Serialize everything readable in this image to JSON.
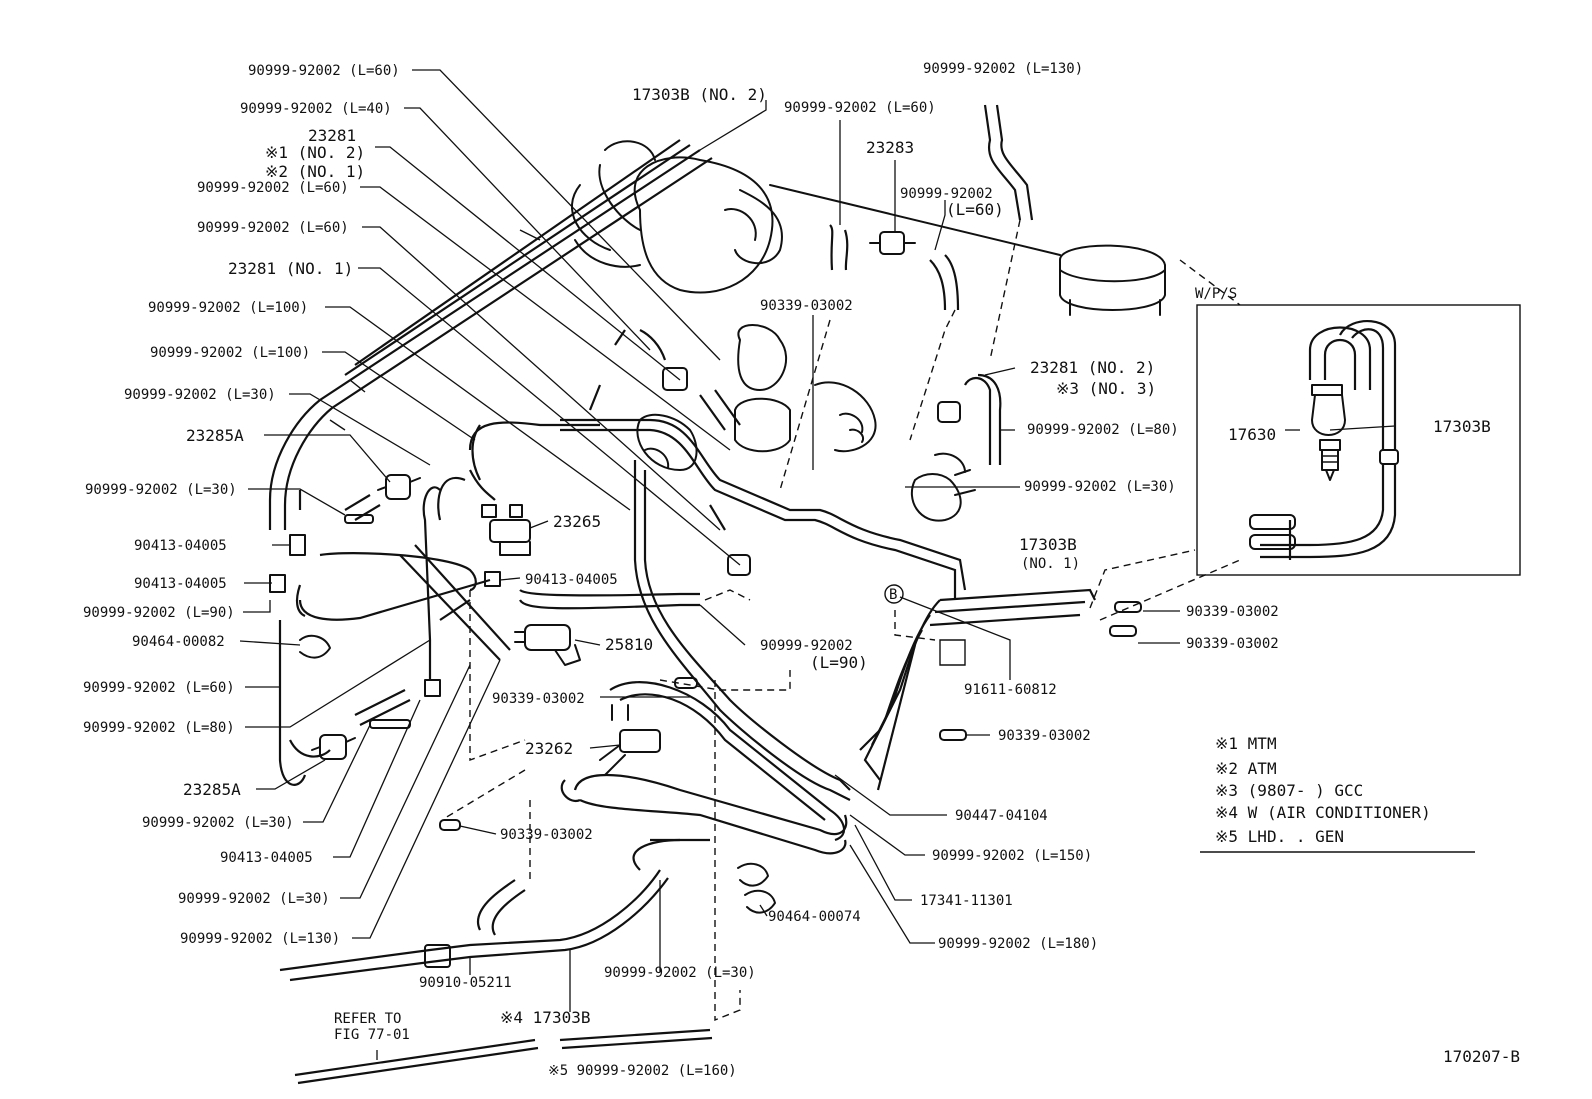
{
  "diagram": {
    "labels": [
      {
        "id": "l1",
        "text": "90999-92002 (L=60)"
      },
      {
        "id": "l2",
        "text": "90999-92002 (L=40)"
      },
      {
        "id": "l3",
        "text": "23281"
      },
      {
        "id": "l4",
        "text": "※1 (NO. 2)"
      },
      {
        "id": "l5",
        "text": "※2 (NO. 1)"
      },
      {
        "id": "l6",
        "text": "90999-92002 (L=60)"
      },
      {
        "id": "l7",
        "text": "90999-92002 (L=60)"
      },
      {
        "id": "l8",
        "text": "23281 (NO. 1)"
      },
      {
        "id": "l9",
        "text": "90999-92002 (L=100)"
      },
      {
        "id": "l10",
        "text": "90999-92002 (L=100)"
      },
      {
        "id": "l11",
        "text": "90999-92002 (L=30)"
      },
      {
        "id": "l12",
        "text": "23285A"
      },
      {
        "id": "l13",
        "text": "90999-92002 (L=30)"
      },
      {
        "id": "l14",
        "text": "90413-04005"
      },
      {
        "id": "l15",
        "text": "90413-04005"
      },
      {
        "id": "l16",
        "text": "90999-92002 (L=90)"
      },
      {
        "id": "l17",
        "text": "90464-00082"
      },
      {
        "id": "l18",
        "text": "90999-92002 (L=60)"
      },
      {
        "id": "l19",
        "text": "90999-92002 (L=80)"
      },
      {
        "id": "l20",
        "text": "23285A"
      },
      {
        "id": "l21",
        "text": "90999-92002 (L=30)"
      },
      {
        "id": "l22",
        "text": "90413-04005"
      },
      {
        "id": "l23",
        "text": "90999-92002 (L=30)"
      },
      {
        "id": "l24",
        "text": "90999-92002 (L=130)"
      },
      {
        "id": "l25",
        "text": "17303B (NO. 2)"
      },
      {
        "id": "l26",
        "text": "90999-92002 (L=60)"
      },
      {
        "id": "l27",
        "text": "23283"
      },
      {
        "id": "l28",
        "text": "90999-92002 (L=130)"
      },
      {
        "id": "l29",
        "text": "90999-92002"
      },
      {
        "id": "l30",
        "text": "(L=60)"
      },
      {
        "id": "l31",
        "text": "90339-03002"
      },
      {
        "id": "l32",
        "text": "23281 (NO. 2)"
      },
      {
        "id": "l33",
        "text": "※3 (NO. 3)"
      },
      {
        "id": "l34",
        "text": "90999-92002 (L=80)"
      },
      {
        "id": "l35",
        "text": "90999-92002 (L=30)"
      },
      {
        "id": "l36",
        "text": "23265"
      },
      {
        "id": "l37",
        "text": "90413-04005"
      },
      {
        "id": "l38",
        "text": "25810"
      },
      {
        "id": "l39",
        "text": "90999-92002"
      },
      {
        "id": "l40",
        "text": "(L=90)"
      },
      {
        "id": "l41",
        "text": "90339-03002"
      },
      {
        "id": "l42",
        "text": "23262"
      },
      {
        "id": "l43",
        "text": "90339-03002"
      },
      {
        "id": "l44",
        "text": "17303B"
      },
      {
        "id": "l45",
        "text": "(NO. 1)"
      },
      {
        "id": "l46",
        "text": "90339-03002"
      },
      {
        "id": "l47",
        "text": "90339-03002"
      },
      {
        "id": "l48",
        "text": "91611-60812"
      },
      {
        "id": "l49",
        "text": "90339-03002"
      },
      {
        "id": "l50",
        "text": "90447-04104"
      },
      {
        "id": "l51",
        "text": "90999-92002 (L=150)"
      },
      {
        "id": "l52",
        "text": "17341-11301"
      },
      {
        "id": "l53",
        "text": "90464-00074"
      },
      {
        "id": "l54",
        "text": "90999-92002 (L=180)"
      },
      {
        "id": "l55",
        "text": "90910-05211"
      },
      {
        "id": "l56",
        "text": "90999-92002 (L=30)"
      },
      {
        "id": "l57",
        "text": "※4 17303B"
      },
      {
        "id": "l58",
        "text": "REFER TO"
      },
      {
        "id": "l59",
        "text": "FIG 77-01"
      },
      {
        "id": "l60",
        "text": "※5 90999-92002 (L=160)"
      },
      {
        "id": "l61",
        "text": "W/P/S"
      },
      {
        "id": "l62",
        "text": "17630"
      },
      {
        "id": "l63",
        "text": "17303B"
      },
      {
        "id": "l64",
        "text": "B"
      }
    ],
    "legend": [
      "※1 MTM",
      "※2 ATM",
      "※3 (9807-      ) GCC",
      "※4 W (AIR CONDITIONER)",
      "※5 LHD. . GEN"
    ],
    "figure_number": "170207-B"
  }
}
